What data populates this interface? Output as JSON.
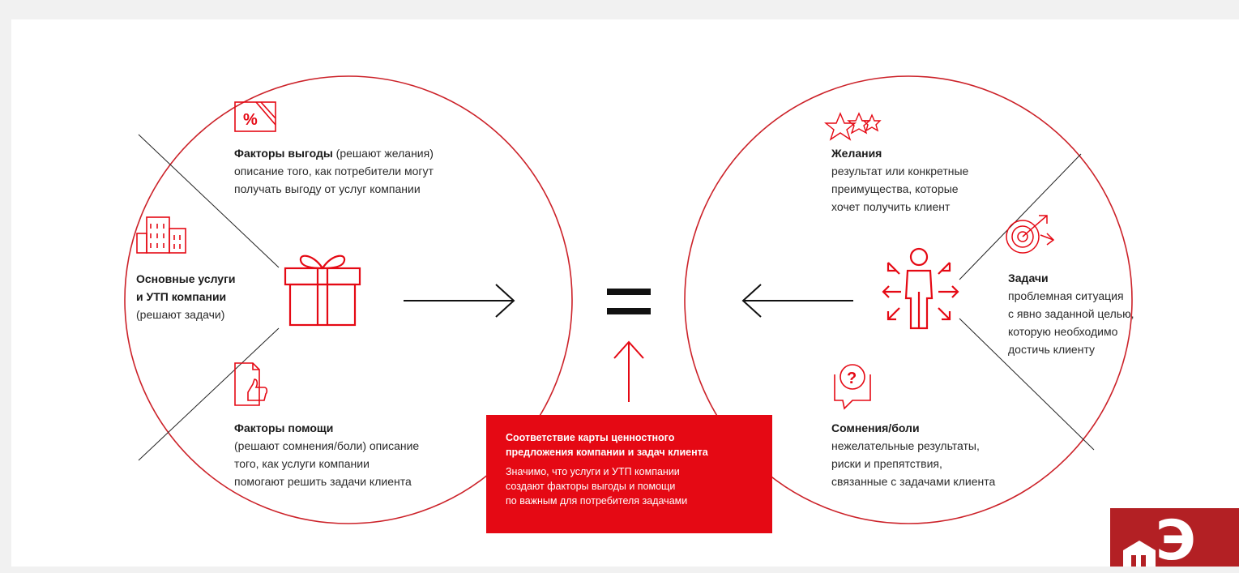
{
  "left_circle": {
    "gains": {
      "title": "Факторы выгоды",
      "title_suffix": " (решают желания)",
      "line2": "описание того, как потребители могут",
      "line3": "получать выгоду от услуг компании",
      "icon": "percent-discount-icon"
    },
    "products": {
      "line1": "Основные услуги",
      "line2": "и УТП компании",
      "line3": "(решают задачи)",
      "icon": "buildings-icon"
    },
    "relievers": {
      "title": "Факторы помощи",
      "line2": "(решают сомнения/боли) описание",
      "line3": "того, как услуги компании",
      "line4": "помогают решить задачи клиента",
      "icon": "document-thumbs-up-icon"
    },
    "center_icon": "gift-box-icon"
  },
  "right_circle": {
    "wishes": {
      "title": "Желания",
      "line2": "результат или конкретные",
      "line3": "преимущества, которые",
      "line4": "хочет получить клиент",
      "icon": "stars-icon"
    },
    "tasks": {
      "title": "Задачи",
      "line2": "проблемная ситуация",
      "line3": "с явно заданной целью,",
      "line4": "которую необходимо",
      "line5": "достичь клиенту",
      "icon": "target-arrow-icon"
    },
    "pains": {
      "title": "Сомнения/боли",
      "line2": "нежелательные результаты,",
      "line3": "риски и препятствия,",
      "line4": "связанные с задачами клиента",
      "icon": "question-bubble-icon"
    },
    "center_icon": "person-arrows-icon"
  },
  "fit_box": {
    "title_line1": "Соответствие карты ценностного",
    "title_line2": "предложения компании и задач клиента",
    "body_line1": "Значимо, что услуги и УТП компании",
    "body_line2": "создают факторы выгоды и помощи",
    "body_line3": "по важным для потребителя задачами"
  },
  "logo": {
    "text": "Э"
  },
  "colors": {
    "accent": "#e50914",
    "circle": "#cc2229",
    "logo_bg": "#b32024"
  }
}
